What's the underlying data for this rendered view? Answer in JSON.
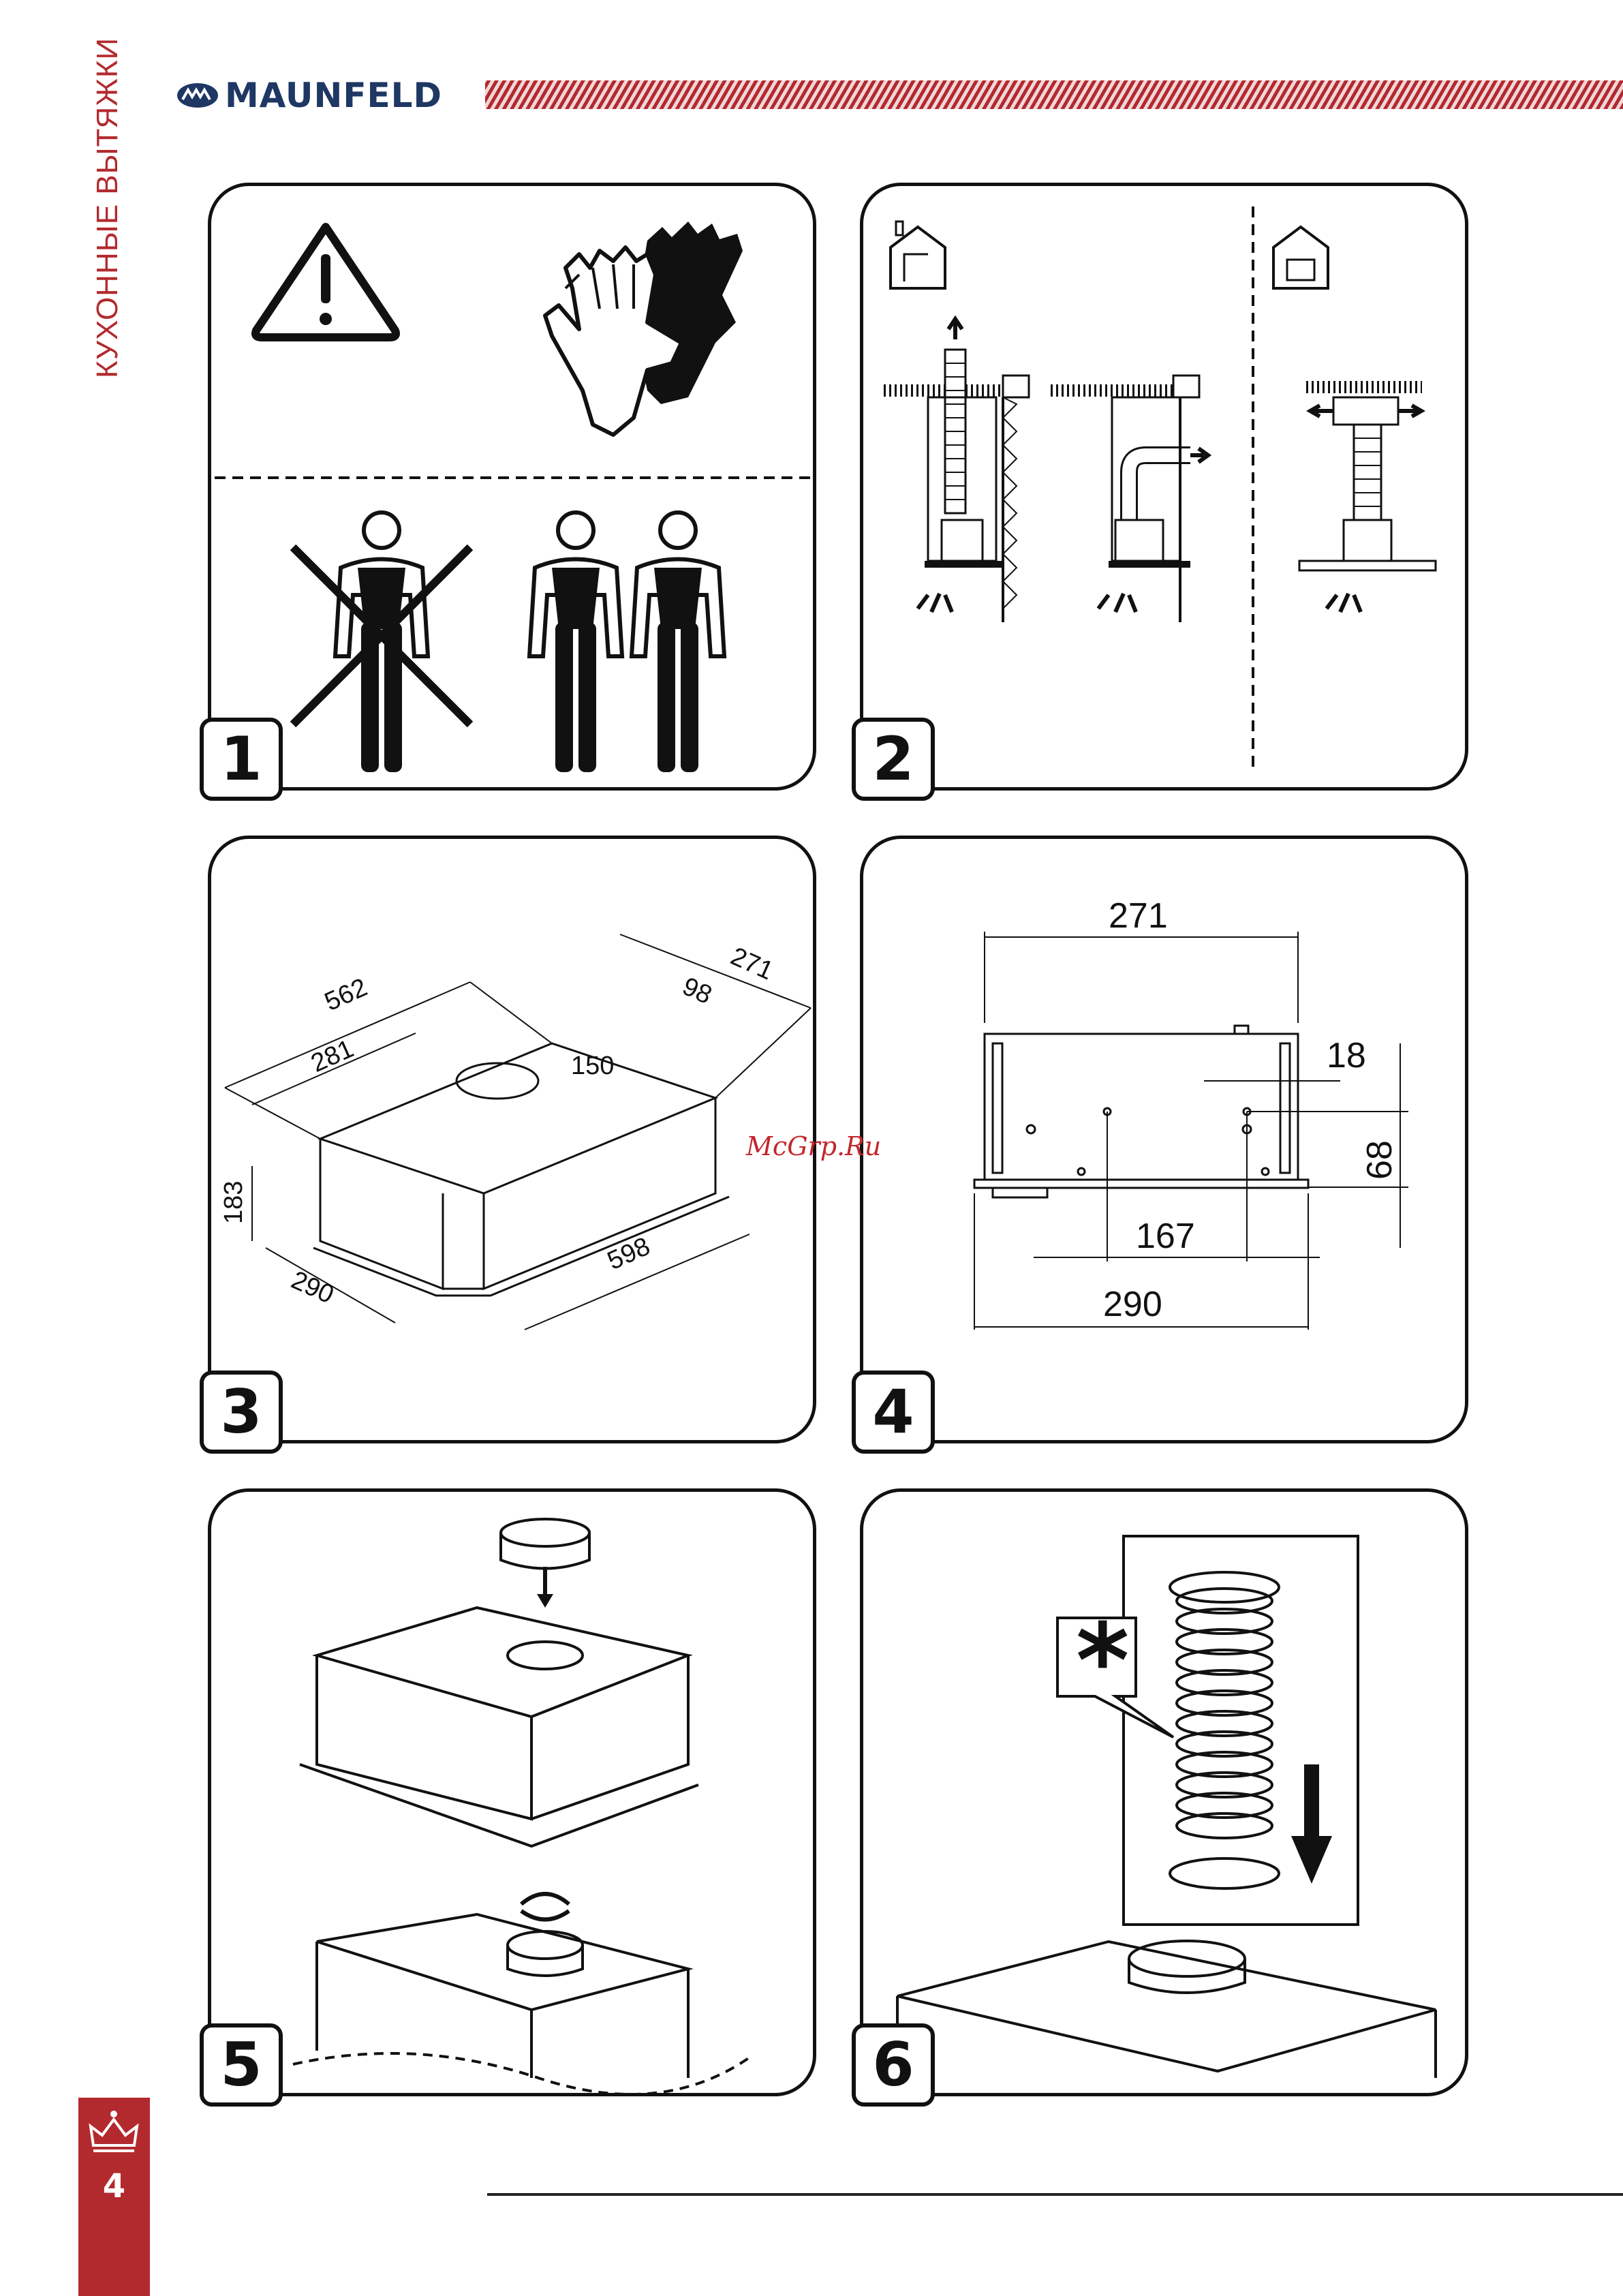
{
  "header": {
    "brand": "MAUNFELD",
    "side_title": "КУХОННЫЕ ВЫТЯЖКИ"
  },
  "panels": [
    {
      "step": "1"
    },
    {
      "step": "2"
    },
    {
      "step": "3",
      "dimensions": {
        "d562": "562",
        "d281": "281",
        "d271": "271",
        "d98": "98",
        "d150": "150",
        "d183": "183",
        "d290": "290",
        "d598": "598"
      }
    },
    {
      "step": "4",
      "dimensions": {
        "d271": "271",
        "d18": "18",
        "d68": "68",
        "d167": "167",
        "d290": "290"
      }
    },
    {
      "step": "5"
    },
    {
      "step": "6",
      "callout": "*"
    }
  ],
  "watermark": "McGrp.Ru",
  "footer": {
    "page_number": "4"
  },
  "colors": {
    "brand_red": "#b22a2e",
    "brand_blue": "#1e3763",
    "ink": "#111111"
  }
}
